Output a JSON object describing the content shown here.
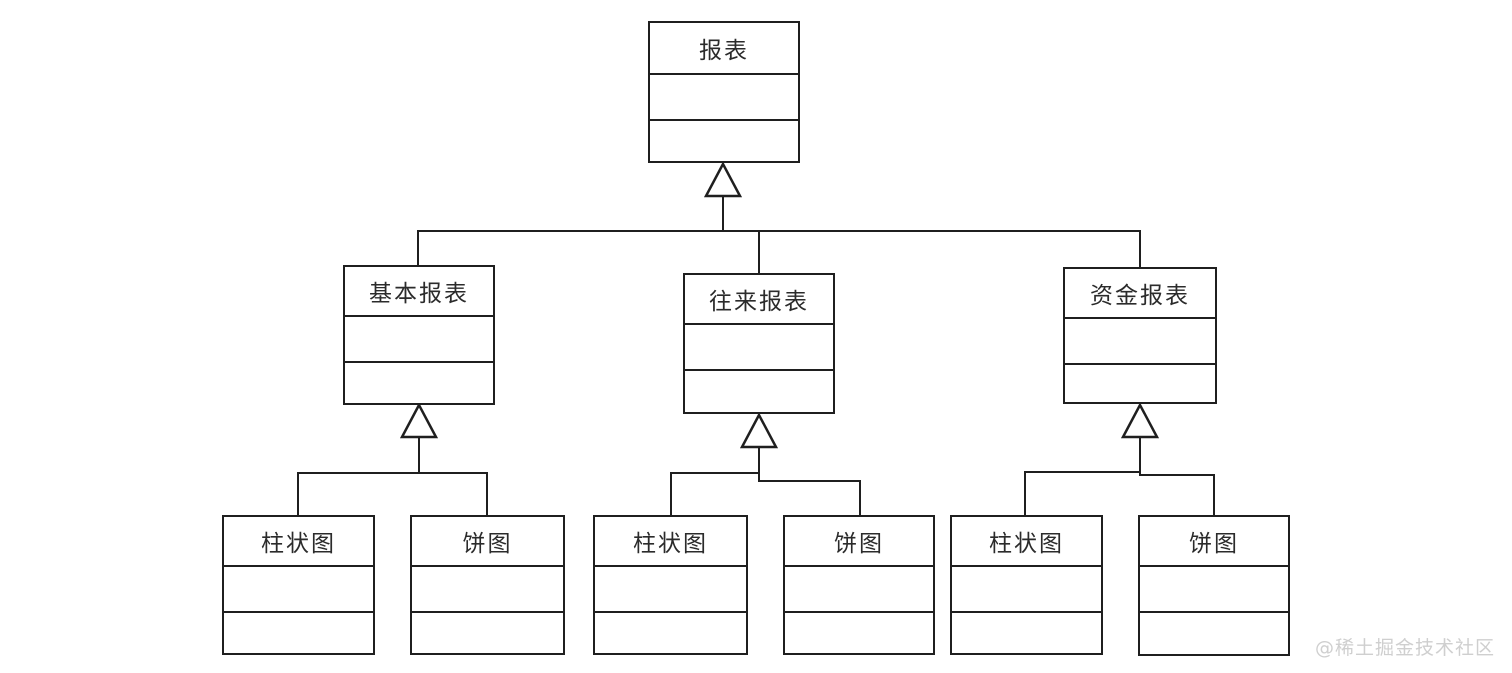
{
  "diagram": {
    "type": "uml-class-inheritance-tree",
    "root": {
      "label": "报表"
    },
    "children": [
      {
        "label": "基本报表",
        "children": [
          {
            "label": "柱状图"
          },
          {
            "label": "饼图"
          }
        ]
      },
      {
        "label": "往来报表",
        "children": [
          {
            "label": "柱状图"
          },
          {
            "label": "饼图"
          }
        ]
      },
      {
        "label": "资金报表",
        "children": [
          {
            "label": "柱状图"
          },
          {
            "label": "饼图"
          }
        ]
      }
    ]
  },
  "watermark": {
    "text": "@稀土掘金技术社区"
  },
  "colors": {
    "line": "#1f1f1f",
    "box_fill": "#ffffff",
    "background": "#ffffff",
    "watermark_text": "#cfcfcf"
  }
}
